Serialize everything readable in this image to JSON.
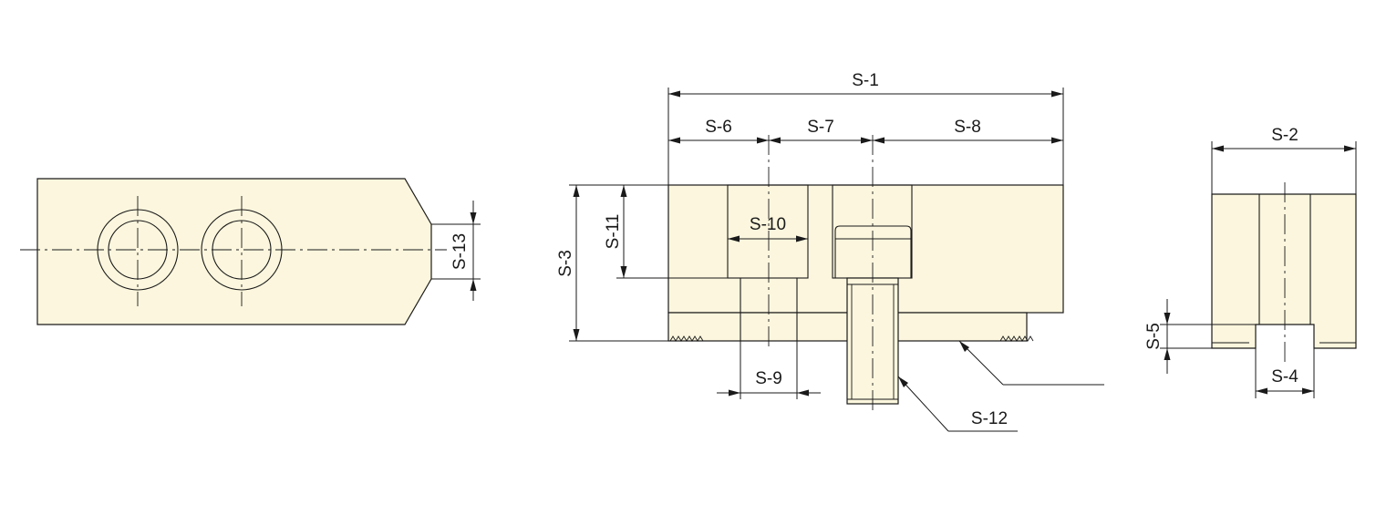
{
  "labels": {
    "s1": "S-1",
    "s2": "S-2",
    "s3": "S-3",
    "s4": "S-4",
    "s5": "S-5",
    "s6": "S-6",
    "s7": "S-7",
    "s8": "S-8",
    "s9": "S-9",
    "s10": "S-10",
    "s11": "S-11",
    "s12": "S-12",
    "s13": "S-13"
  },
  "colors": {
    "fill": "#fbf6dd",
    "line": "#1a1a1a"
  }
}
